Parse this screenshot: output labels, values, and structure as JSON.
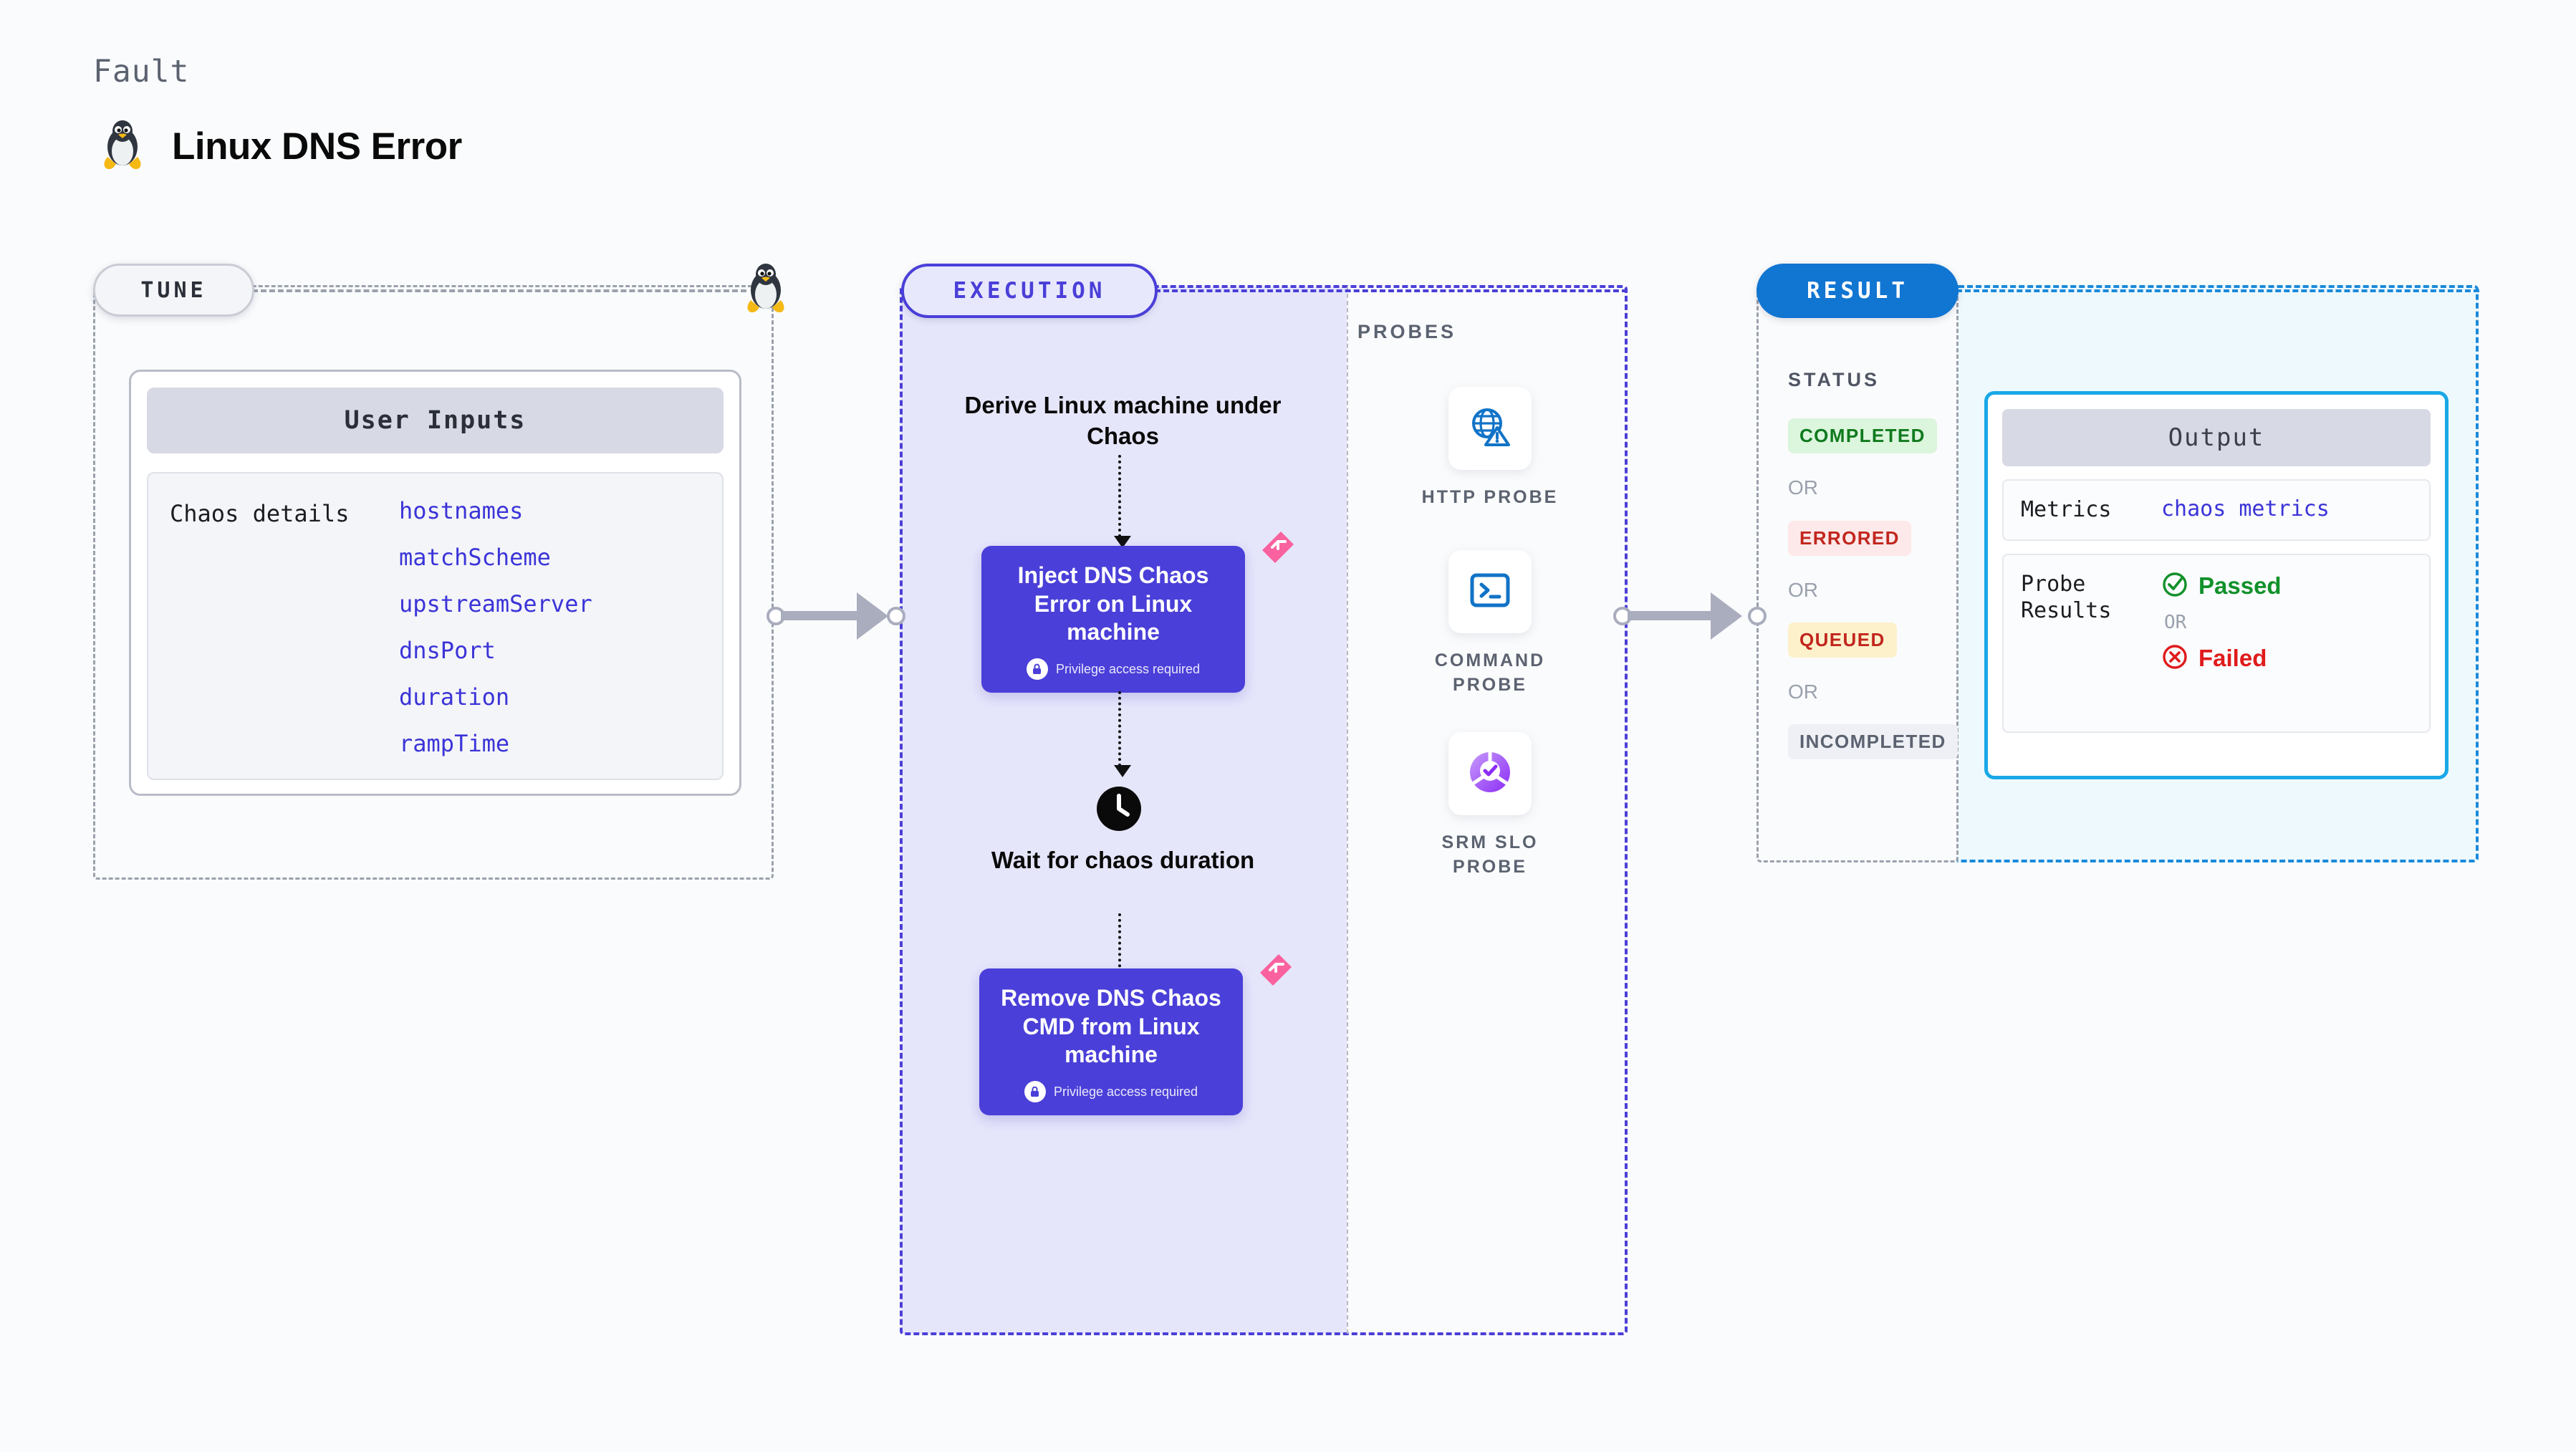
{
  "header": {
    "kicker": "Fault",
    "title": "Linux DNS Error",
    "icon": "linux-penguin-icon"
  },
  "tune": {
    "pill_label": "TUNE",
    "penguin_icon": "linux-penguin-icon",
    "card": {
      "header": "User Inputs",
      "row_label": "Chaos details",
      "params": [
        "hostnames",
        "matchScheme",
        "upstreamServer",
        "dnsPort",
        "duration",
        "rampTime"
      ]
    }
  },
  "execution": {
    "pill_label": "EXECUTION",
    "derive_step": "Derive Linux machine under Chaos",
    "inject_step": {
      "title": "Inject DNS Chaos Error on Linux machine",
      "note": "Privilege access required",
      "note_icon": "lock-icon",
      "corner_icon": "ribbon-icon"
    },
    "wait_step": {
      "label": "Wait for chaos duration",
      "icon": "clock-icon"
    },
    "remove_step": {
      "title": "Remove DNS Chaos CMD from Linux machine",
      "note": "Privilege access required",
      "note_icon": "lock-icon",
      "corner_icon": "ribbon-icon"
    }
  },
  "probes": {
    "label": "PROBES",
    "items": [
      {
        "caption": "HTTP PROBE",
        "icon": "globe-warning-icon"
      },
      {
        "caption": "COMMAND PROBE",
        "icon": "terminal-icon"
      },
      {
        "caption": "SRM SLO PROBE",
        "icon": "slo-donut-check-icon"
      }
    ]
  },
  "result": {
    "pill_label": "RESULT",
    "status_label": "STATUS",
    "or_label": "OR",
    "statuses": [
      {
        "label": "COMPLETED",
        "bg": "#dcf5dd",
        "color": "#0f7a1d"
      },
      {
        "label": "ERRORED",
        "bg": "#fde9e9",
        "color": "#c1261e"
      },
      {
        "label": "QUEUED",
        "bg": "#fdf1cc",
        "color": "#c1261e"
      },
      {
        "label": "INCOMPLETED",
        "bg": "#eef0f5",
        "color": "#5b6270"
      }
    ],
    "output": {
      "header": "Output",
      "metrics_label": "Metrics",
      "metrics_value": "chaos metrics",
      "probe_results_label": "Probe Results",
      "passed_label": "Passed",
      "passed_icon": "check-circle-icon",
      "failed_label": "Failed",
      "failed_icon": "x-circle-icon",
      "or_label": "OR"
    }
  },
  "colors": {
    "accent_purple": "#4a3fd8",
    "accent_blue": "#1175d2",
    "accent_cyan": "#19a8e6",
    "param_blue": "#3b34d8",
    "ribbon_pink": "#f9629f",
    "success_green": "#11912a",
    "error_red": "#e01b1b"
  }
}
